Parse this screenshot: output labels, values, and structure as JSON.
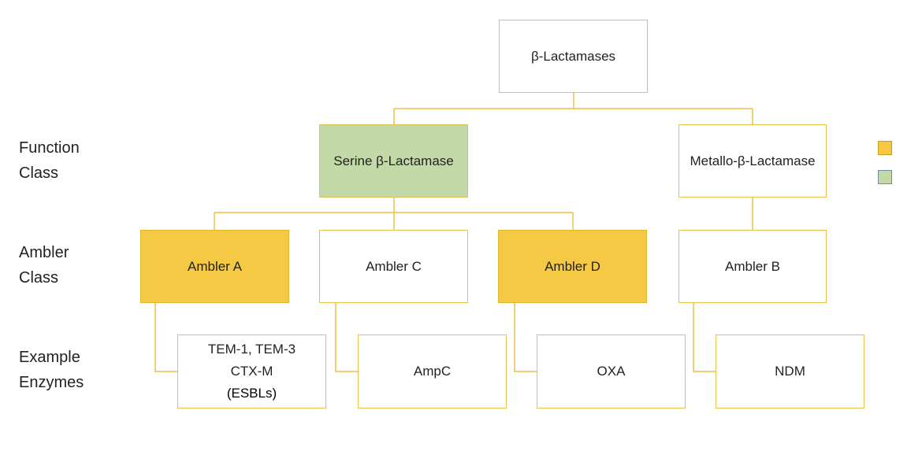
{
  "root": {
    "label": "β-Lactamases"
  },
  "row_labels": {
    "function_class": [
      "Function",
      "Class"
    ],
    "ambler_class": [
      "Ambler",
      "Class"
    ],
    "example_enzymes": [
      "Example",
      "Enzymes"
    ]
  },
  "function_classes": {
    "serine": "Serine β-Lactamase",
    "metallo": "Metallo-β-Lactamase"
  },
  "ambler": {
    "a": "Ambler A",
    "c": "Ambler C",
    "d": "Ambler D",
    "b": "Ambler B"
  },
  "enzymes": {
    "a_line1": "TEM-1, TEM-3",
    "a_line2": "CTX-M",
    "a_line3": "(ESBLs)",
    "c": "AmpC",
    "d": "OXA",
    "b": "NDM"
  },
  "colors": {
    "border": "#e8c24a",
    "serine_fill": "#c3d9a7",
    "highlight_fill": "#f6c944"
  },
  "legend": [
    {
      "color": "#f6c944"
    },
    {
      "color": "#c3d9a7"
    }
  ]
}
